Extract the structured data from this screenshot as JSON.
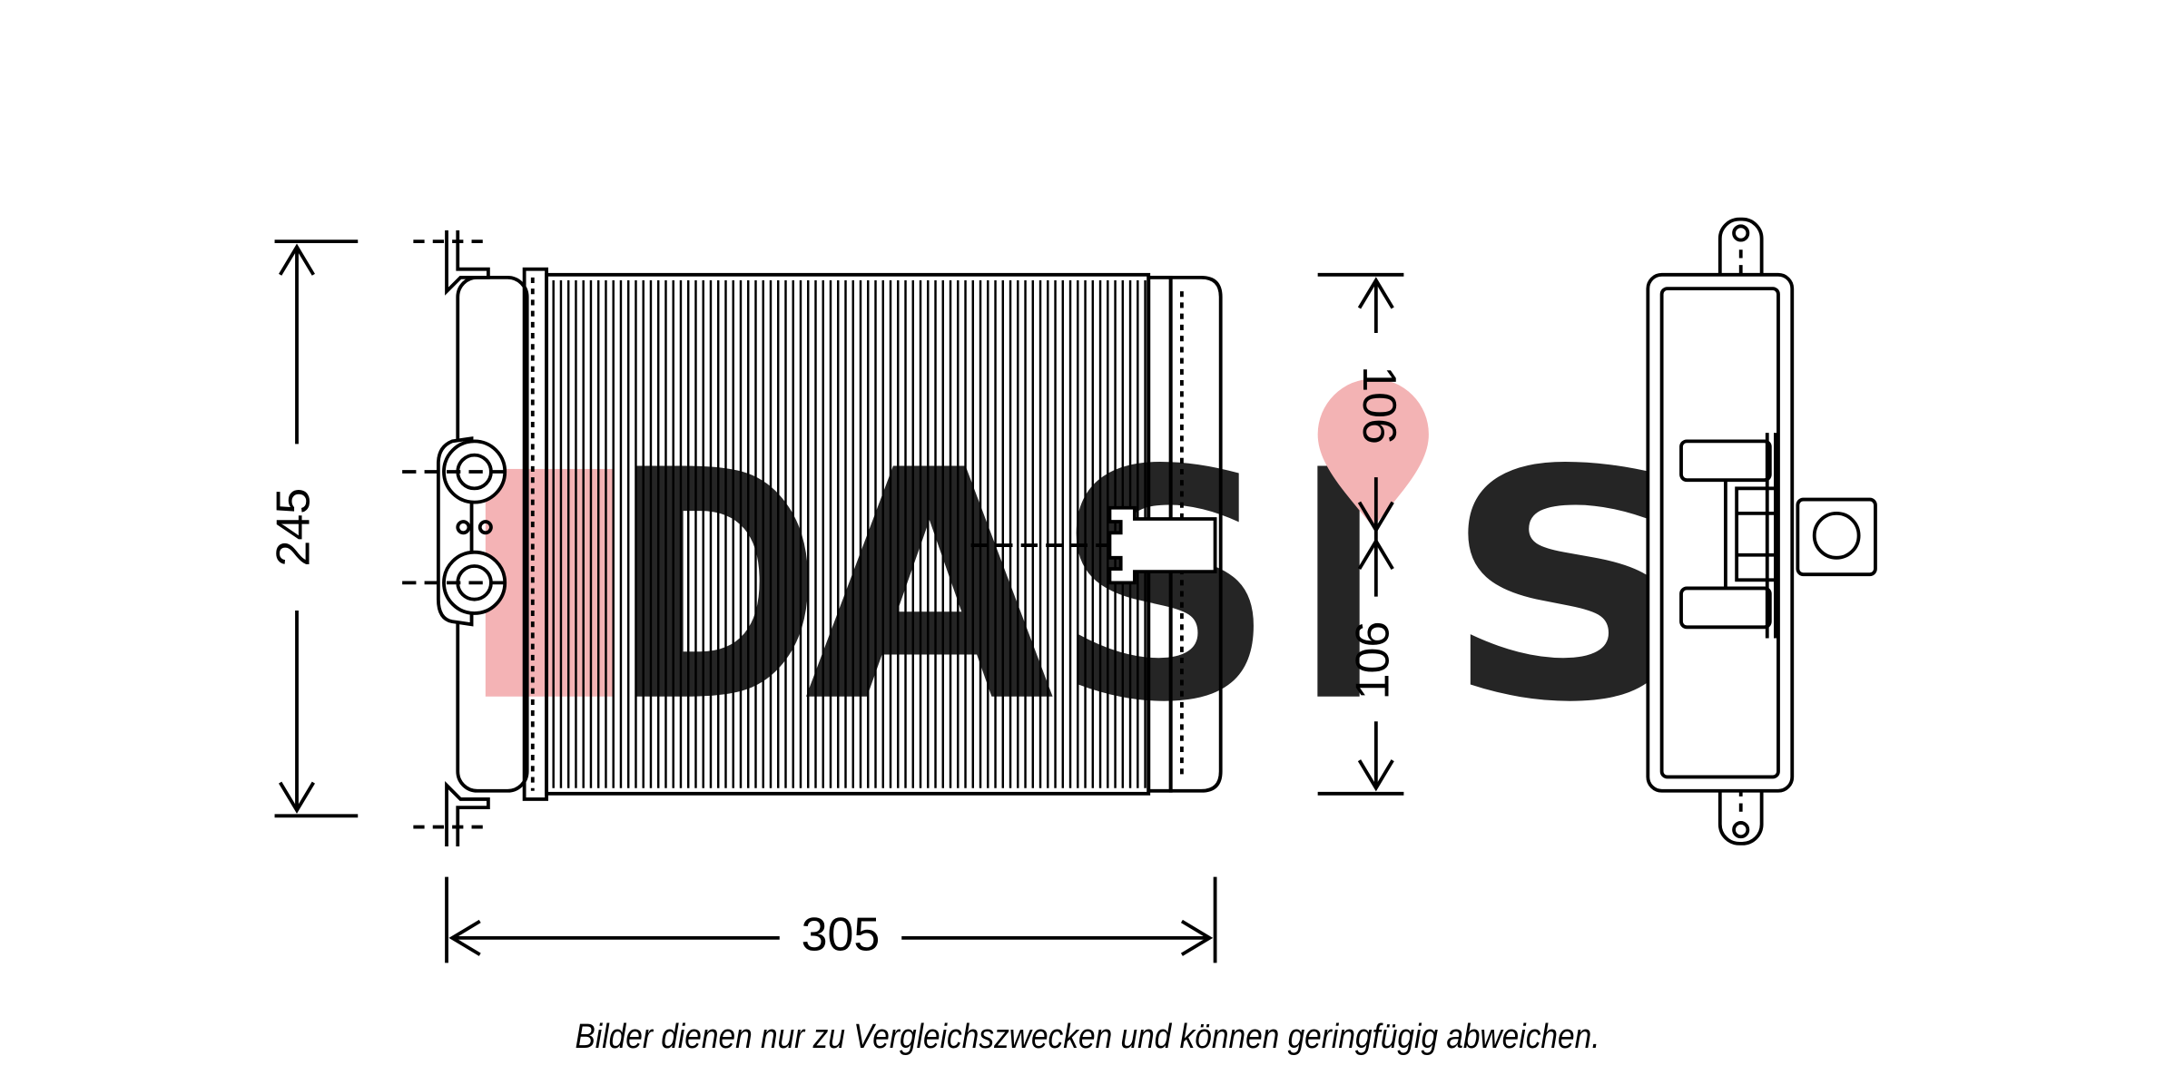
{
  "watermark": {
    "text": "DASIS",
    "letters": [
      "D",
      "A",
      "S",
      "I",
      "S"
    ],
    "accent_color": "#f2a6a8",
    "main_color": "#bcc4df"
  },
  "dimensions": {
    "height": "245",
    "width": "305",
    "depth_top": "106",
    "depth_bottom": "106"
  },
  "disclaimer": "Bilder dienen nur zu Vergleichszwecken und können geringfügig abweichen."
}
